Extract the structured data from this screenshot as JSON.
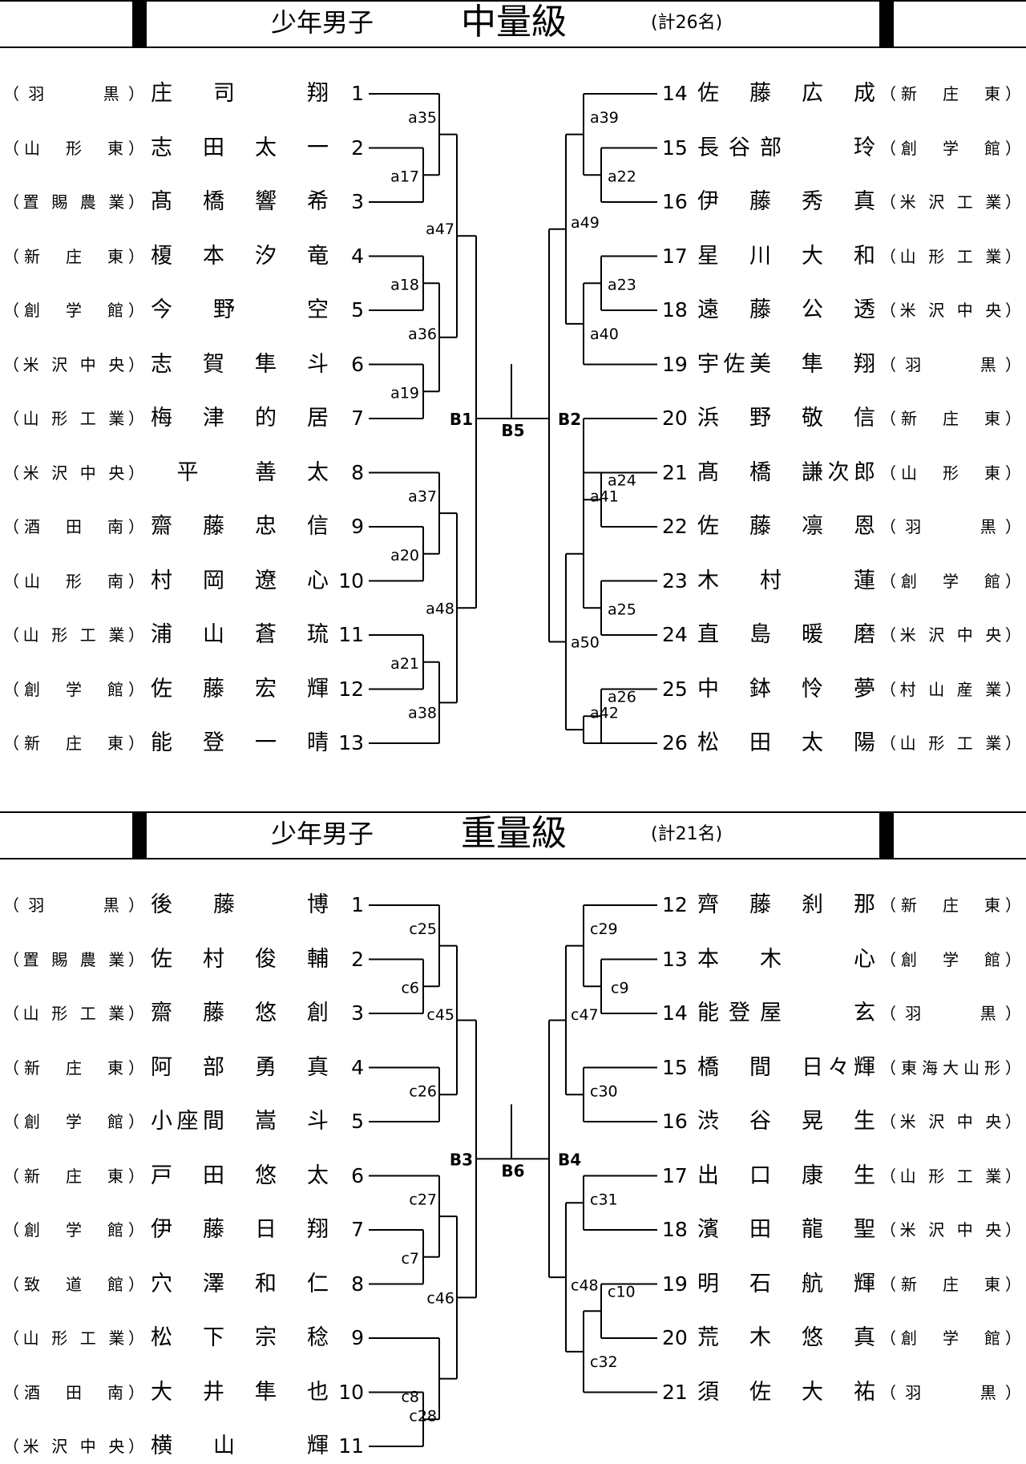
{
  "sections": [
    {
      "category": "少年男子",
      "weight_class": "中量級",
      "count": "(計26名)",
      "left": [
        {
          "team": "（羽　　黒）",
          "name": "庄　司　　翔",
          "num": "1"
        },
        {
          "team": "（山　形　東）",
          "name": "志　田　太　一",
          "num": "2"
        },
        {
          "team": "（置 賜 農 業）",
          "name": "髙　橋　響　希",
          "num": "3"
        },
        {
          "team": "（新　庄　東）",
          "name": "榎　本　汐　竜",
          "num": "4"
        },
        {
          "team": "（創　学　館）",
          "name": "今　野　　空",
          "num": "5"
        },
        {
          "team": "（米 沢 中 央）",
          "name": "志　賀　隼　斗",
          "num": "6"
        },
        {
          "team": "（山 形 工 業）",
          "name": "梅　津　的　居",
          "num": "7"
        },
        {
          "team": "（米 沢 中 央）",
          "name": "　平　　善　太",
          "num": "8"
        },
        {
          "team": "（酒　田　南）",
          "name": "齋　藤　忠　信",
          "num": "9"
        },
        {
          "team": "（山　形　南）",
          "name": "村　岡　遼　心",
          "num": "10"
        },
        {
          "team": "（山 形 工 業）",
          "name": "浦　山　蒼　琉",
          "num": "11"
        },
        {
          "team": "（創　学　館）",
          "name": "佐　藤　宏　輝",
          "num": "12"
        },
        {
          "team": "（新　庄　東）",
          "name": "能　登　一　晴",
          "num": "13"
        }
      ],
      "right": [
        {
          "num": "14",
          "name": "佐　藤　広　成",
          "team": "（新　庄　東）"
        },
        {
          "num": "15",
          "name": "長谷部　　玲",
          "team": "（創　学　館）"
        },
        {
          "num": "16",
          "name": "伊　藤　秀　真",
          "team": "（米 沢 工 業）"
        },
        {
          "num": "17",
          "name": "星　川　大　和",
          "team": "（山 形 工 業）"
        },
        {
          "num": "18",
          "name": "遠　藤　公　透",
          "team": "（米 沢 中 央）"
        },
        {
          "num": "19",
          "name": "宇佐美　隼　翔",
          "team": "（羽　　黒）"
        },
        {
          "num": "20",
          "name": "浜　野　敬　信",
          "team": "（新　庄　東）"
        },
        {
          "num": "21",
          "name": "髙　橋　謙次郎",
          "team": "（山　形　東）"
        },
        {
          "num": "22",
          "name": "佐　藤　凛　恩",
          "team": "（羽　　黒）"
        },
        {
          "num": "23",
          "name": "木　村　　蓮",
          "team": "（創　学　館）"
        },
        {
          "num": "24",
          "name": "直　島　暖　磨",
          "team": "（米 沢 中 央）"
        },
        {
          "num": "25",
          "name": "中　鉢　怜　夢",
          "team": "（村 山 産 業）"
        },
        {
          "num": "26",
          "name": "松　田　太　陽",
          "team": "（山 形 工 業）"
        }
      ],
      "bout_labels": [
        "a35",
        "a17",
        "a47",
        "a18",
        "a36",
        "a19",
        "B1",
        "B5",
        "B2",
        "a37",
        "a20",
        "a48",
        "a21",
        "a38",
        "a39",
        "a22",
        "a49",
        "a23",
        "a40",
        "a24",
        "a41",
        "a25",
        "a50",
        "a26",
        "a42"
      ]
    },
    {
      "category": "少年男子",
      "weight_class": "重量級",
      "count": "(計21名)",
      "left": [
        {
          "team": "（羽　　黒）",
          "name": "後　藤　　博",
          "num": "1"
        },
        {
          "team": "（置 賜 農 業）",
          "name": "佐　村　俊　輔",
          "num": "2"
        },
        {
          "team": "（山 形 工 業）",
          "name": "齋　藤　悠　創",
          "num": "3"
        },
        {
          "team": "（新　庄　東）",
          "name": "阿　部　勇　真",
          "num": "4"
        },
        {
          "team": "（創　学　館）",
          "name": "小座間　嵩　斗",
          "num": "5"
        },
        {
          "team": "（新　庄　東）",
          "name": "戸　田　悠　太",
          "num": "6"
        },
        {
          "team": "（創　学　館）",
          "name": "伊　藤　日　翔",
          "num": "7"
        },
        {
          "team": "（致　道　館）",
          "name": "穴　澤　和　仁",
          "num": "8"
        },
        {
          "team": "（山 形 工 業）",
          "name": "松　下　宗　稔",
          "num": "9"
        },
        {
          "team": "（酒　田　南）",
          "name": "大　井　隼　也",
          "num": "10"
        },
        {
          "team": "（米 沢 中 央）",
          "name": "横　山　　輝",
          "num": "11"
        }
      ],
      "right": [
        {
          "num": "12",
          "name": "齊　藤　刹　那",
          "team": "（新　庄　東）"
        },
        {
          "num": "13",
          "name": "本　木　　心",
          "team": "（創　学　館）"
        },
        {
          "num": "14",
          "name": "能登屋　　玄",
          "team": "（羽　　黒）"
        },
        {
          "num": "15",
          "name": "橋　間　日々輝",
          "team": "（東海大山形）"
        },
        {
          "num": "16",
          "name": "渋　谷　晃　生",
          "team": "（米 沢 中 央）"
        },
        {
          "num": "17",
          "name": "出　口　康　生",
          "team": "（山 形 工 業）"
        },
        {
          "num": "18",
          "name": "濱　田　龍　聖",
          "team": "（米 沢 中 央）"
        },
        {
          "num": "19",
          "name": "明　石　航　輝",
          "team": "（新　庄　東）"
        },
        {
          "num": "20",
          "name": "荒　木　悠　真",
          "team": "（創　学　館）"
        },
        {
          "num": "21",
          "name": "須　佐　大　祐",
          "team": "（羽　　黒）"
        }
      ],
      "bout_labels": [
        "c25",
        "c6",
        "c45",
        "c26",
        "c27",
        "c7",
        "c46",
        "c8",
        "c28",
        "B3",
        "B6",
        "B4",
        "c29",
        "c9",
        "c47",
        "c30",
        "c31",
        "c48",
        "c10",
        "c32"
      ]
    }
  ]
}
